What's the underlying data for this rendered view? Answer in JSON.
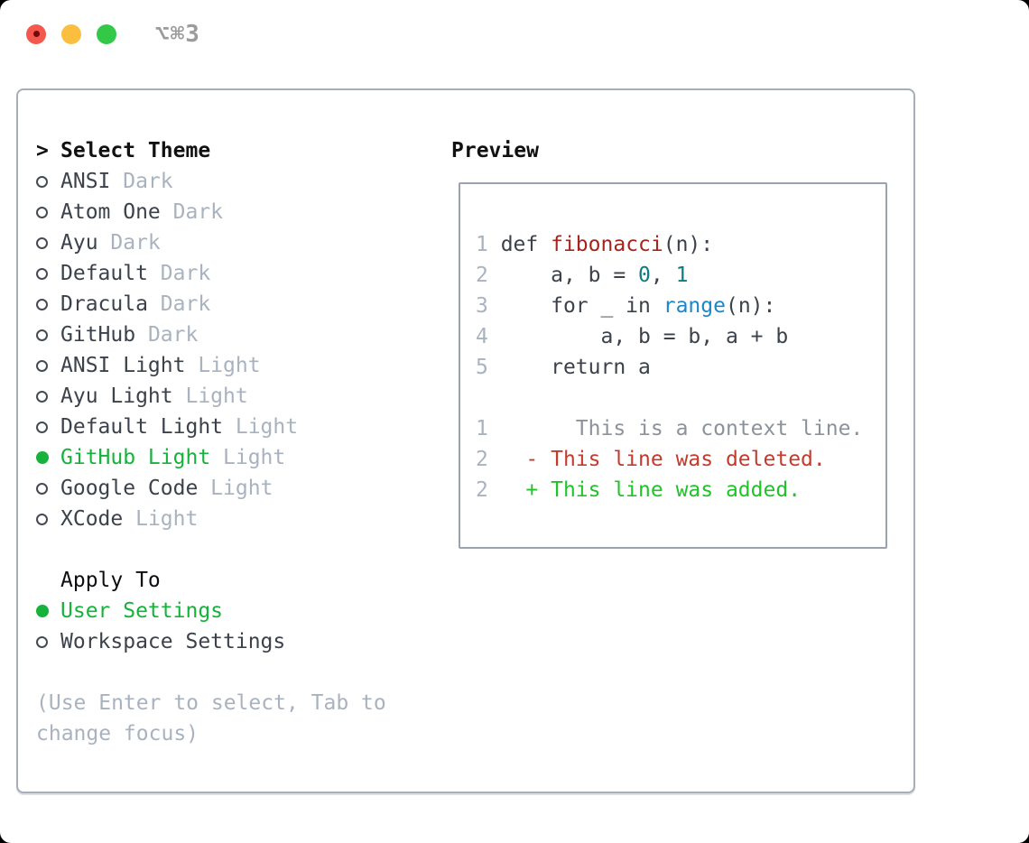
{
  "window": {
    "title": "⌥⌘3"
  },
  "colors": {
    "accent_green_selected": "#16b23b",
    "diff_added_green": "#21c32a",
    "diff_deleted_red": "#c43a2b",
    "function_red": "#a5251d",
    "number_teal": "#0e7b7e",
    "builtin_blue": "#1b87c9",
    "muted_gray": "#a9b2bf",
    "text_dark": "#3c424b",
    "traffic_red": "#f4574e",
    "traffic_yellow": "#fcbe3f",
    "traffic_green": "#33c848"
  },
  "left": {
    "header_marker": ">",
    "header": "Select Theme",
    "themes": [
      {
        "name": "ANSI",
        "tag": "Dark",
        "selected": false
      },
      {
        "name": "Atom One",
        "tag": "Dark",
        "selected": false
      },
      {
        "name": "Ayu",
        "tag": "Dark",
        "selected": false
      },
      {
        "name": "Default",
        "tag": "Dark",
        "selected": false
      },
      {
        "name": "Dracula",
        "tag": "Dark",
        "selected": false
      },
      {
        "name": "GitHub",
        "tag": "Dark",
        "selected": false
      },
      {
        "name": "ANSI Light",
        "tag": "Light",
        "selected": false
      },
      {
        "name": "Ayu Light",
        "tag": "Light",
        "selected": false
      },
      {
        "name": "Default Light",
        "tag": "Light",
        "selected": false
      },
      {
        "name": "GitHub Light",
        "tag": "Light",
        "selected": true
      },
      {
        "name": "Google Code",
        "tag": "Light",
        "selected": false
      },
      {
        "name": "XCode",
        "tag": "Light",
        "selected": false
      }
    ],
    "apply_header": "Apply To",
    "apply_options": [
      {
        "name": "User Settings",
        "selected": true
      },
      {
        "name": "Workspace Settings",
        "selected": false
      }
    ],
    "hint_lines": [
      "(Use Enter to select, Tab to",
      "change focus)"
    ]
  },
  "preview": {
    "header": "Preview",
    "code_lines": [
      {
        "segments": [
          [
            "ln",
            "1"
          ],
          [
            "code",
            " def "
          ],
          [
            "fn",
            "fibonacci"
          ],
          [
            "code",
            "(n):"
          ]
        ]
      },
      {
        "segments": [
          [
            "ln",
            "2"
          ],
          [
            "code",
            "     a, b = "
          ],
          [
            "num",
            "0"
          ],
          [
            "code",
            ", "
          ],
          [
            "num",
            "1"
          ]
        ]
      },
      {
        "segments": [
          [
            "ln",
            "3"
          ],
          [
            "code",
            "     for _ in "
          ],
          [
            "builtin",
            "range"
          ],
          [
            "code",
            "(n):"
          ]
        ]
      },
      {
        "segments": [
          [
            "ln",
            "4"
          ],
          [
            "code",
            "         a, b = b, a + b"
          ]
        ]
      },
      {
        "segments": [
          [
            "ln",
            "5"
          ],
          [
            "code",
            "     return a"
          ]
        ]
      },
      {
        "segments": []
      },
      {
        "segments": [
          [
            "ln",
            "1"
          ],
          [
            "ctx",
            "       This is a context line."
          ]
        ]
      },
      {
        "segments": [
          [
            "ln",
            "2"
          ],
          [
            "del",
            "   - This line was deleted."
          ]
        ]
      },
      {
        "segments": [
          [
            "ln",
            "2"
          ],
          [
            "add",
            "   + This line was added."
          ]
        ]
      }
    ]
  }
}
